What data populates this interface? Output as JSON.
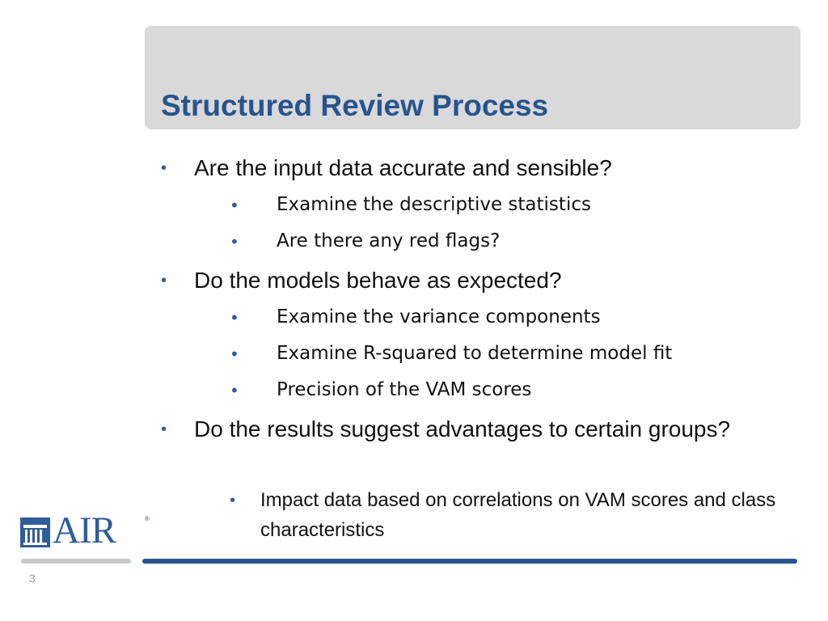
{
  "slide": {
    "title": "Structured Review Process",
    "page_number": "3",
    "bullet_glyph": "•",
    "colors": {
      "title": "#27548F",
      "accent": "#27548F",
      "bullet": "#2F5D9A",
      "title_bar": "#D9D9D9",
      "footer_gray": "#C8C8C8"
    },
    "items": [
      {
        "text": "Are the input data accurate and sensible?",
        "subitems": [
          "Examine the descriptive statistics",
          "Are there any red flags?"
        ]
      },
      {
        "text": "Do the models behave as expected?",
        "subitems": [
          "Examine the variance components",
          "Examine R-squared to determine model fit",
          "Precision of the VAM scores"
        ]
      },
      {
        "text": "Do the results suggest advantages to certain groups?",
        "subitems": [
          "Impact data based on correlations on VAM scores and class characteristics"
        ]
      }
    ]
  },
  "logo": {
    "text": "AIR",
    "registered": "®",
    "icon": "column-building-icon"
  }
}
